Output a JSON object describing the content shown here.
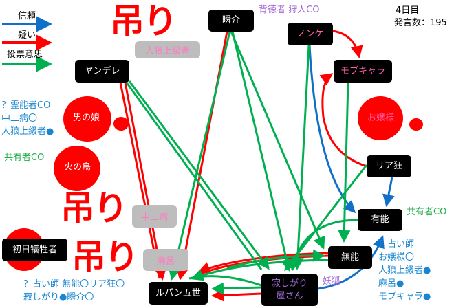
{
  "legend": {
    "trust": "信頼",
    "doubt": "疑い",
    "vote": "投票意思"
  },
  "colors": {
    "trust": "#1070c8",
    "doubt": "#ff0000",
    "vote": "#00b050",
    "hanged": "#ff0000"
  },
  "info": {
    "day": "4日目",
    "posts": "発言数：195"
  },
  "hanged_label": "吊り",
  "hanged": [
    "人狼上級者",
    "中二病",
    "麻呂"
  ],
  "nodes": {
    "shunsuke": "瞬介",
    "nonke": "ノンケ",
    "mobchara": "モブキャラ",
    "yandere": "ヤンデレ",
    "otokonoko": "男の娘",
    "ojousama": "お嬢様",
    "hinotori": "火の鳥",
    "riakyo": "リア狂",
    "yuunou": "有能",
    "shonichi": "初日犠牲者",
    "munou": "無能",
    "lupin": "ルパン五世",
    "sabishigari": "寂しがり\n屋さん"
  },
  "notes": {
    "haitoku": "背徳者 狩人CO",
    "left_reinou": "？霊能者CO\n中二病〇\n人狼上級者●",
    "left_kyouyuu": "共有者CO",
    "left_uranai": "？占い師 無能〇リア狂〇\n寂しがり●瞬介〇",
    "right_kyouyuu": "共有者CO",
    "right_uranai": "？占い師\nお嬢様〇\n人狼上級者●\n麻呂●\nモブキャラ●",
    "youko": "妖狐"
  }
}
